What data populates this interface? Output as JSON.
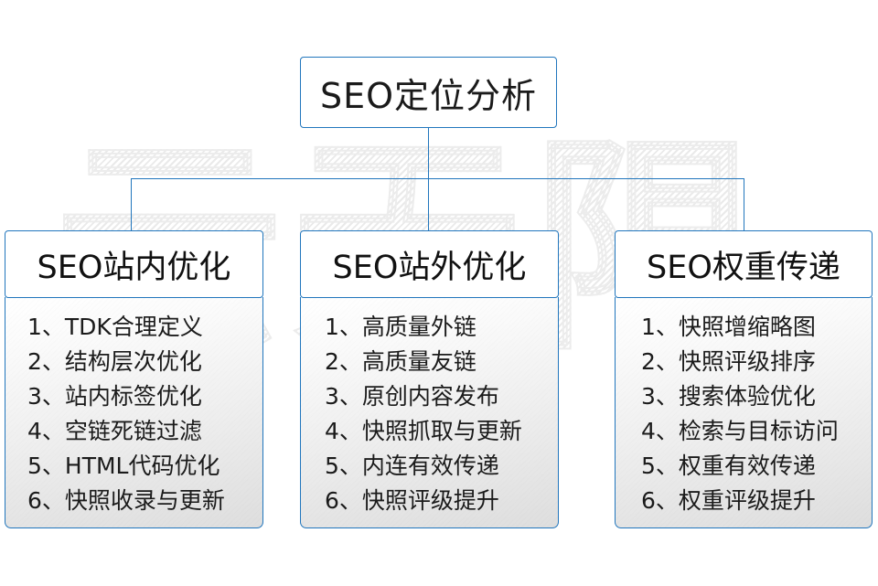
{
  "root": {
    "title": "SEO定位分析"
  },
  "watermark": {
    "text": "云无限"
  },
  "columns": [
    {
      "header": "SEO站内优化",
      "items": [
        "1、TDK合理定义",
        "2、结构层次优化",
        "3、站内标签优化",
        "4、空链死链过滤",
        "5、HTML代码优化",
        "6、快照收录与更新"
      ]
    },
    {
      "header": "SEO站外优化",
      "items": [
        "1、高质量外链",
        "2、高质量友链",
        "3、原创内容发布",
        "4、快照抓取与更新",
        "5、内连有效传递",
        "6、快照评级提升"
      ]
    },
    {
      "header": "SEO权重传递",
      "items": [
        "1、快照增缩略图",
        "2、快照评级排序",
        "3、搜索体验优化",
        "4、检索与目标访问",
        "5、权重有效传递",
        "6、权重评级提升"
      ]
    }
  ],
  "colors": {
    "border": "#2176bd",
    "text": "#1a1a1a",
    "background": "#ffffff",
    "watermark": "#ececec"
  }
}
